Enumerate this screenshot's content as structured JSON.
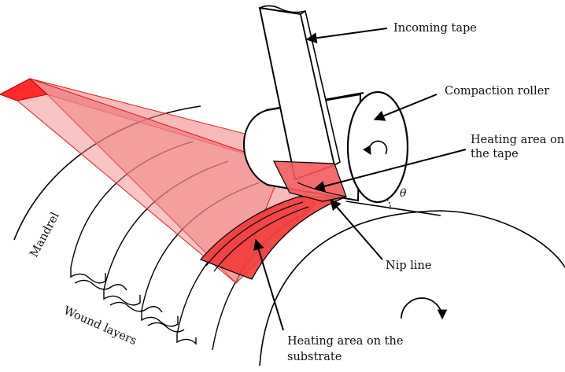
{
  "labels": {
    "incoming_tape": "Incoming tape",
    "compaction_roller": "Compaction roller",
    "heating_tape_line1": "Heating area on",
    "heating_tape_line2": "the tape",
    "nip_line": "Nip line",
    "heating_substrate_line1": "Heating area on the",
    "heating_substrate_line2": "substrate",
    "mandrel": "Mandrel",
    "wound_layers": "Wound layers",
    "theta": "θ"
  },
  "colors": {
    "laser_beam": "#f07f7f",
    "laser_source": "#ff2a2a",
    "heated_substrate": "#f23a3a",
    "heated_tape": "#f45a5a",
    "outline": "#000000"
  },
  "icons": {
    "roller_rotation": "counterclockwise-arrow",
    "mandrel_rotation": "clockwise-arrow"
  }
}
